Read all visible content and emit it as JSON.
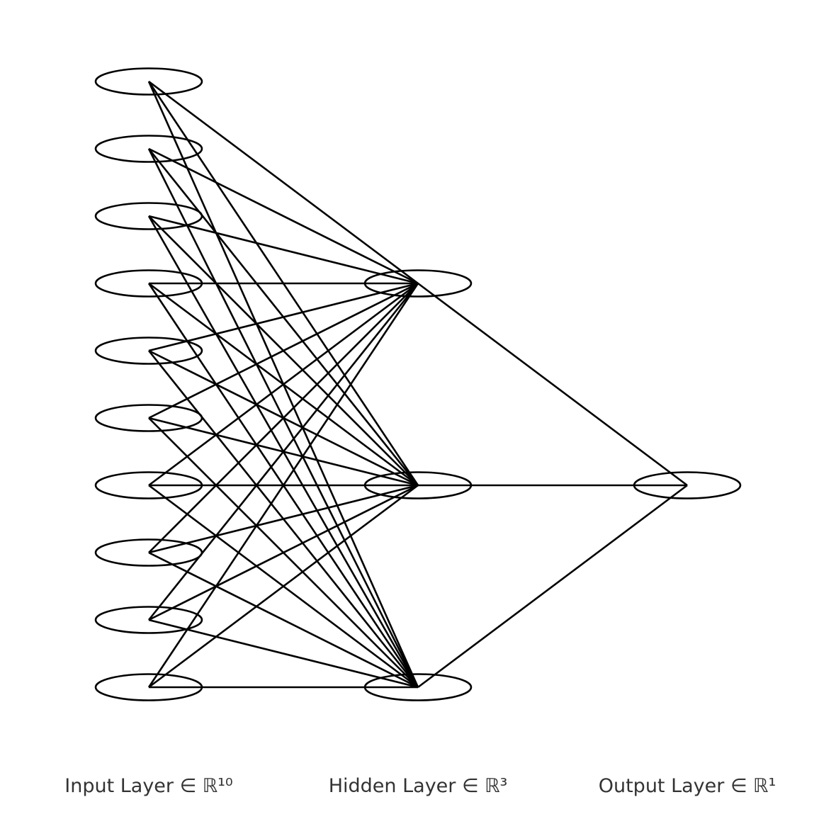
{
  "network": {
    "layers": [
      {
        "name": "input",
        "neuron_count": 10,
        "label": "Input Layer ∈ ℝ¹⁰"
      },
      {
        "name": "hidden",
        "neuron_count": 3,
        "label": "Hidden Layer ∈ ℝ³"
      },
      {
        "name": "output",
        "neuron_count": 1,
        "label": "Output Layer ∈ ℝ¹"
      }
    ],
    "connectivity": "fully-connected"
  },
  "colors": {
    "stroke": "#000000",
    "label_text": "#333333",
    "background": "#ffffff"
  }
}
